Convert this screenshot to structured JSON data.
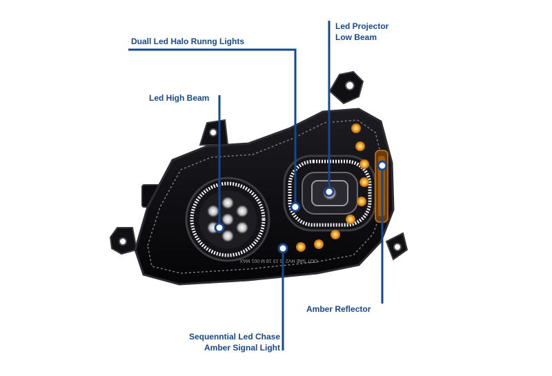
{
  "colors": {
    "callout": "#17478c",
    "housing": "#0d0d10",
    "housing_edge": "#2a2a30",
    "chrome": "#b8b8bc",
    "led_white": "#f2f2f2",
    "amber": "#f2a52a",
    "amber_glow": "#ffd06a"
  },
  "callouts": {
    "halo": {
      "text": "Duall Led Halo Runng Lights"
    },
    "projector": {
      "line1": "Led Projector",
      "line2": "Low Beam"
    },
    "high_beam": {
      "text": "Led High Beam"
    },
    "amber_reflector": {
      "text": "Amber Reflector"
    },
    "signal": {
      "line1": "Sequenntial Led Chase",
      "line2": "Amber Signal Light"
    }
  },
  "lens_marking": "DOT SAE HV2 IS 15 18 M 001 MAX"
}
